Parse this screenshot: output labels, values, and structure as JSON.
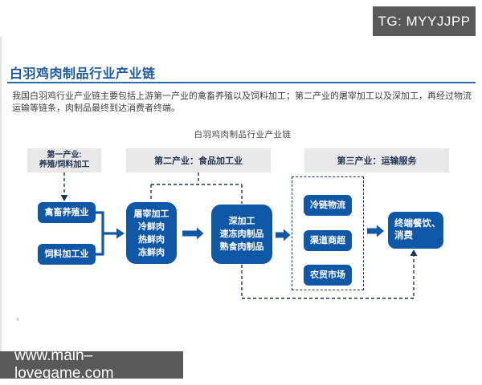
{
  "overlays": {
    "top_badge": "TG: MYYJJPP",
    "bottom_badge": "www.main–lovegame.com"
  },
  "page": {
    "title": "白羽鸡肉制品行业产业链",
    "intro": "我国白羽鸡行业产业链主要包括上游第一产业的禽畜养殖以及饲料加工；第二产业的屠宰加工以及深加工，再经过物流运输等链条，肉制品最终到达消费者终端。"
  },
  "diagram": {
    "title": "白羽鸡肉制品行业产业链",
    "headers": [
      {
        "label": "第一产业:\n养殖/饲料加工"
      },
      {
        "label": "第二产业：食品加工业"
      },
      {
        "label": "第三产业：运输服务"
      }
    ],
    "nodes": {
      "poultry_farming": "禽畜养殖业",
      "feed_processing": "饲料加工业",
      "slaughter": "屠宰加工\n冷鲜肉\n热鲜肉\n冻鲜肉",
      "deep_processing": "深加工\n速冻肉制品\n熟食肉制品",
      "cold_chain": "冷链物流",
      "channel_supermarket": "渠道商超",
      "farmers_market": "农贸市场",
      "terminal": "终端餐饮、\n消费"
    },
    "colors": {
      "node_blue": "#0f57a7",
      "header_grey": "#e8e8e8",
      "dash_navy": "#17375e",
      "title_blue": "#1c5aa0",
      "badge_grey": "#595959"
    }
  }
}
